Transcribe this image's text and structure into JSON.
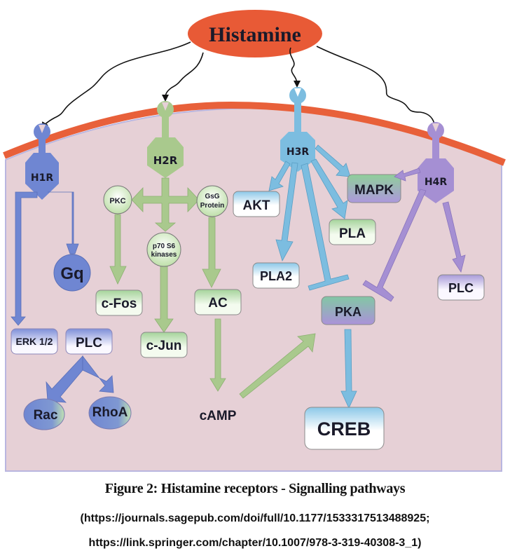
{
  "ligand": {
    "label": "Histamine",
    "color": "#e85a36"
  },
  "receptors": [
    {
      "id": "h1r",
      "label": "H1R",
      "color": "#6f86d2"
    },
    {
      "id": "h2r",
      "label": "H2R",
      "color": "#a9c98d"
    },
    {
      "id": "h3r",
      "label": "H3R",
      "color": "#7cbde0"
    },
    {
      "id": "h4r",
      "label": "H4R",
      "color": "#a58fd3"
    }
  ],
  "nodes": {
    "gq": "Gq",
    "erk": "ERK 1/2",
    "plc_h1": "PLC",
    "rac": "Rac",
    "rhoa": "RhoA",
    "pkc": "PKC",
    "gsg_line1": "GsG",
    "gsg_line2": "Protein",
    "p70_line1": "p70 S6",
    "p70_line2": "kinases",
    "cfos": "c-Fos",
    "cjun": "c-Jun",
    "ac": "AC",
    "camp": "cAMP",
    "akt": "AKT",
    "pla2": "PLA2",
    "pla": "PLA",
    "mapk": "MAPK",
    "pka": "PKA",
    "creb": "CREB",
    "plc_h4": "PLC"
  },
  "colors": {
    "membrane": "#e8603a",
    "cytoplasm": "#e6d0d6",
    "cell_border": "#b9b6e0"
  },
  "caption": {
    "title": "Figure 2: Histamine receptors - Signalling pathways",
    "ref1": "(https://journals.sagepub.com/doi/full/10.1177/1533317513488925;",
    "ref2": "https://link.springer.com/chapter/10.1007/978-3-319-40308-3_1)"
  }
}
